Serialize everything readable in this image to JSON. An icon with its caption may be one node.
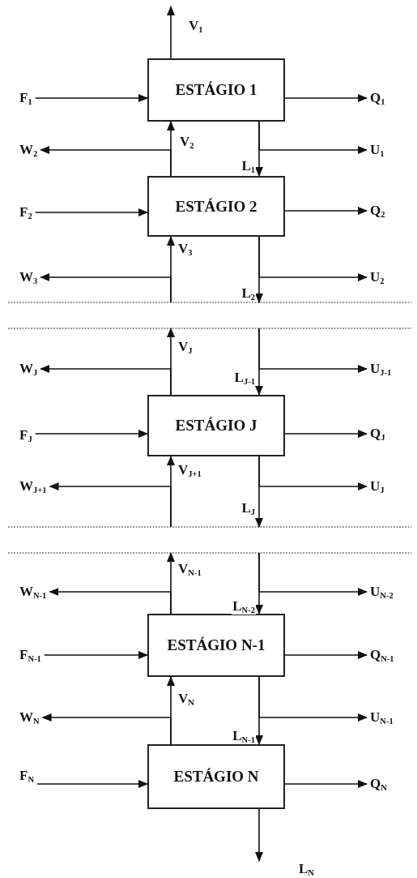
{
  "diagram": {
    "nodes": [
      {
        "text": [
          "F$_{1}$"
        ]
      },
      {
        "text": [
          "ESTÁGIO 1"
        ]
      },
      {
        "text": [
          "Q$_{1}$"
        ]
      },
      {
        "text": [
          "W$_{2}$"
        ]
      },
      {
        "text": [
          "U$_{1}$"
        ]
      },
      {
        "text": [
          "F$_{2}$"
        ]
      },
      {
        "text": [
          "ESTÁGIO 2"
        ]
      },
      {
        "text": [
          "Q$_{2}$"
        ]
      },
      {
        "text": [
          "W$_{3}$"
        ]
      },
      {
        "text": [
          "U$_{2}$"
        ]
      },
      {
        "text": [
          "W$_{J}$"
        ]
      },
      {
        "text": [
          "U$_{J-1}$"
        ]
      },
      {
        "text": [
          "F$_{J}$"
        ]
      },
      {
        "text": [
          "ESTÁGIO J"
        ]
      },
      {
        "text": [
          "Q$_{J}$"
        ]
      },
      {
        "text": [
          "W$_{J+1}$"
        ]
      },
      {
        "text": [
          "U$_{J}$"
        ]
      },
      {
        "text": [
          "W$_{N-1}$"
        ]
      },
      {
        "text": [
          "U$_{N-2}$"
        ]
      },
      {
        "text": [
          "F$_{N-1}$"
        ]
      },
      {
        "text": [
          "ESTÁGIO N-1"
        ]
      },
      {
        "text": [
          "Q$_{N-1}$"
        ]
      },
      {
        "text": [
          "W$_{N}$"
        ]
      },
      {
        "text": [
          "U$_{N-1}$"
        ]
      },
      {
        "text": [
          "F$_{N}$"
        ]
      },
      {
        "text": [
          "ESTÁGIO N"
        ]
      },
      {
        "text": [
          "Q$_{N}$"
        ]
      }
    ],
    "edges": [
      {
        "from": 1,
        "to": null,
        "arrow": "to",
        "label": "V$_{1}$"
      },
      {
        "from": 0,
        "to": 1,
        "arrow": "to"
      },
      {
        "from": 1,
        "to": 2,
        "arrow": "to"
      },
      {
        "from": 6,
        "to": 1,
        "arrow": "to",
        "label": "V$_{2}$"
      },
      {
        "from": 6,
        "to": 3,
        "arrow": "to"
      },
      {
        "from": 1,
        "to": 6,
        "arrow": "to",
        "label": "L$_{1}$"
      },
      {
        "from": 1,
        "to": 4,
        "arrow": "to"
      },
      {
        "from": 5,
        "to": 6,
        "arrow": "to"
      },
      {
        "from": 6,
        "to": 7,
        "arrow": "to"
      },
      {
        "from": null,
        "to": 6,
        "arrow": "to",
        "label": "V$_{3}$"
      },
      {
        "from": null,
        "to": 8,
        "arrow": "to"
      },
      {
        "from": 6,
        "to": null,
        "arrow": "to",
        "label": "L$_{2}$"
      },
      {
        "from": 6,
        "to": 9,
        "arrow": "to"
      },
      {
        "from": 13,
        "to": null,
        "arrow": "to",
        "label": "V$_{J}$"
      },
      {
        "from": 13,
        "to": 10,
        "arrow": "to"
      },
      {
        "from": null,
        "to": 13,
        "arrow": "to",
        "label": "L$_{J-1}$"
      },
      {
        "from": null,
        "to": 11,
        "arrow": "to"
      },
      {
        "from": 12,
        "to": 13,
        "arrow": "to"
      },
      {
        "from": 13,
        "to": 14,
        "arrow": "to"
      },
      {
        "from": null,
        "to": 13,
        "arrow": "to",
        "label": "V$_{J+1}$"
      },
      {
        "from": null,
        "to": 15,
        "arrow": "to"
      },
      {
        "from": 13,
        "to": null,
        "arrow": "to",
        "label": "L$_{J}$"
      },
      {
        "from": 13,
        "to": 16,
        "arrow": "to"
      },
      {
        "from": 20,
        "to": null,
        "arrow": "to",
        "label": "V$_{N-1}$"
      },
      {
        "from": 20,
        "to": 17,
        "arrow": "to"
      },
      {
        "from": null,
        "to": 20,
        "arrow": "to",
        "label": "L$_{N-2}$"
      },
      {
        "from": null,
        "to": 18,
        "arrow": "to"
      },
      {
        "from": 19,
        "to": 20,
        "arrow": "to"
      },
      {
        "from": 20,
        "to": 21,
        "arrow": "to"
      },
      {
        "from": 25,
        "to": 20,
        "arrow": "to",
        "label": "V$_{N}$"
      },
      {
        "from": 25,
        "to": 22,
        "arrow": "to"
      },
      {
        "from": 20,
        "to": 25,
        "arrow": "to",
        "label": "L$_{N-1}$"
      },
      {
        "from": 20,
        "to": 23,
        "arrow": "to"
      },
      {
        "from": 24,
        "to": 25,
        "arrow": "to"
      },
      {
        "from": 25,
        "to": 26,
        "arrow": "to"
      },
      {
        "from": 25,
        "to": null,
        "arrow": "to",
        "label": "L$_{N}$"
      }
    ]
  }
}
